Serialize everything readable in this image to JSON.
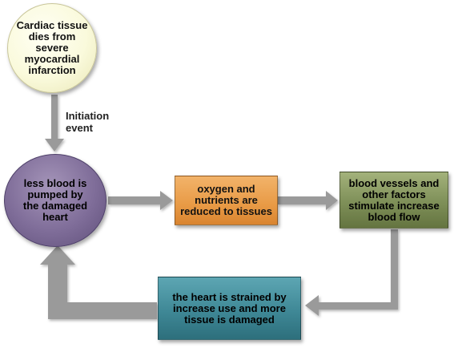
{
  "nodes": {
    "start": "Cardiac tissue dies from severe myocardial infarction",
    "damaged_heart": "less blood is pumped by the damaged heart",
    "oxygen": "oxygen and nutrients are reduced to tissues",
    "vessels": "blood vessels and other factors stimulate increase blood flow",
    "strained": "the heart is strained by increase use and more tissue is damaged"
  },
  "labels": {
    "initiation_line1": "Initiation",
    "initiation_line2": "event"
  },
  "colors": {
    "arrow": "#9a9a9a",
    "start_fill": "#fafadc",
    "damaged_fill": "#7f6d99",
    "oxygen_fill": "#e89a45",
    "vessels_fill": "#7e8f58",
    "strained_fill": "#3f8896"
  }
}
